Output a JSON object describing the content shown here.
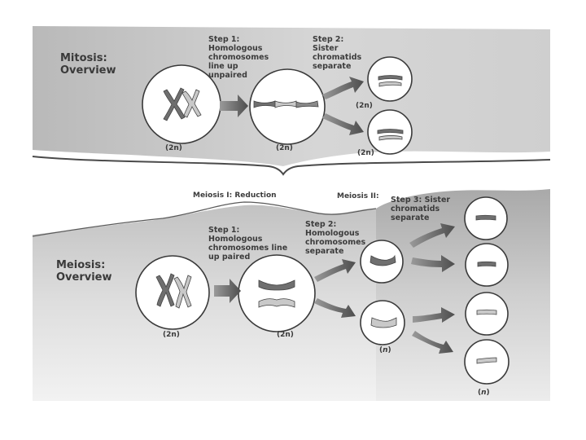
{
  "mitosis": {
    "title": "Mitosis:\nOverview",
    "step1": "Step 1:\nHomologous\nchromosomes\nline up\nunpaired",
    "step2": "Step 2:\nSister\nchromatids\nseparate",
    "ploidy": {
      "parent": "2n",
      "metaphase": "2n",
      "daughter_top": "2n",
      "daughter_bottom": "2n"
    }
  },
  "meiosis": {
    "title": "Meiosis:\nOverview",
    "phase1_header": "Meiosis I: Reduction",
    "phase2_header": "Meiosis II:",
    "step1": "Step 1:\nHomologous\nchromosomes line\nup paired",
    "step2": "Step 2:\nHomologous\nchromosomes\nseparate",
    "step3": "Step 3: Sister\nchromatids\nseparate",
    "ploidy": {
      "parent": "2n",
      "metaphase": "2n",
      "daughter_cells": "n",
      "gametes": "n"
    }
  },
  "colors": {
    "panel_dark": "#b9b9b9",
    "panel_light": "#efefef",
    "cell_fill": "#ffffff",
    "outline": "#3a3a3a",
    "arrow": "#5b5b5b",
    "chromosome_dark": "#6f6f6f",
    "chromosome_light": "#c9c9c9"
  }
}
